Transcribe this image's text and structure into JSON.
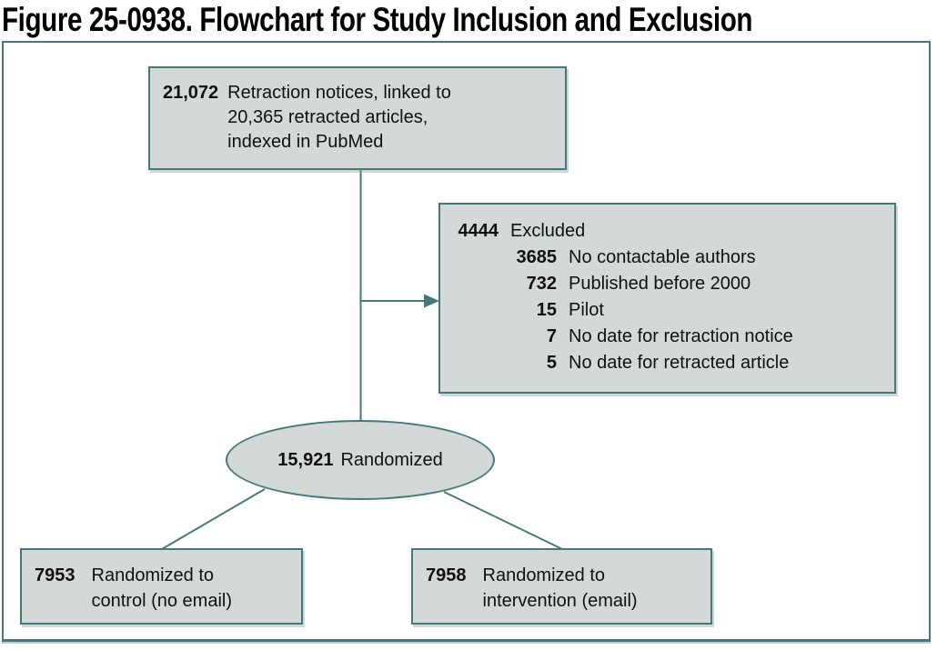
{
  "title": "Figure 25-0938. Flowchart for Study Inclusion and Exclusion",
  "colors": {
    "line_teal": "#477879",
    "node_fill": "#d2d9d7",
    "text": "#111111",
    "title_text": "#000000"
  },
  "flowchart": {
    "source_box": {
      "value": "21,072",
      "lines": [
        "Retraction notices, linked to",
        "20,365 retracted articles,",
        "indexed in PubMed"
      ]
    },
    "excluded_box": {
      "rows": [
        {
          "value": "4444",
          "label": "Excluded"
        },
        {
          "value": "3685",
          "label": "No contactable authors"
        },
        {
          "value": "732",
          "label": "Published before 2000"
        },
        {
          "value": "15",
          "label": "Pilot"
        },
        {
          "value": "7",
          "label": "No date for retraction notice"
        },
        {
          "value": "5",
          "label": "No date for retracted article"
        }
      ]
    },
    "randomized_node": {
      "value": "15,921",
      "label": "Randomized"
    },
    "control_box": {
      "value": "7953",
      "lines": [
        "Randomized to",
        "control (no email)"
      ]
    },
    "intervention_box": {
      "value": "7958",
      "lines": [
        "Randomized to",
        "intervention (email)"
      ]
    }
  }
}
